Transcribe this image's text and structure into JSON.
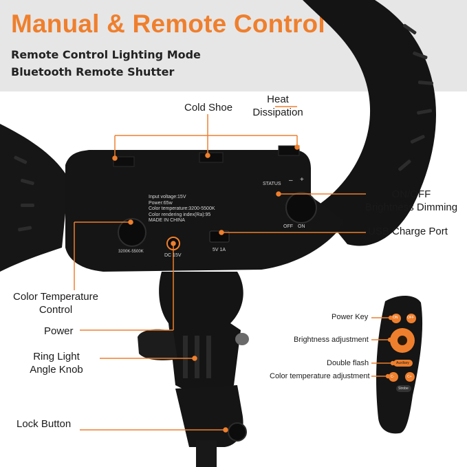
{
  "header": {
    "title": "Manual & Remote Control",
    "subtitle_lines": [
      "Remote Control Lighting Mode",
      "Bluetooth Remote Shutter"
    ]
  },
  "product": {
    "panel_text_lines": [
      "Input voltage:15V",
      "Power:65w",
      "Color temperature:3200-5500K",
      "Color rendering index(Ra):95",
      "MADE IN CHINA"
    ],
    "status_label": "STATUS",
    "minus_label": "–",
    "plus_label": "+",
    "off_label": "OFF",
    "on_label": "ON",
    "knob_range_label": "3200K-5500K",
    "dc_label": "DC 15V",
    "usb_label": "5V 1A"
  },
  "callouts": {
    "cold_shoe": "Cold Shoe",
    "heat_dissipation": [
      "Heat",
      "Dissipation"
    ],
    "on_off_brightness": [
      "ON/OFF",
      "Brightness Dimming"
    ],
    "usb_charge_port": "USB Charge Port",
    "color_temperature_control": [
      "Color Temperature",
      "Control"
    ],
    "power": "Power",
    "ring_light_angle_knob": [
      "Ring Light",
      "Angle Knob"
    ],
    "lock_button": "Lock Button"
  },
  "remote": {
    "labels": [
      "Power Key",
      "Brightness adjustment",
      "Double flash",
      "Color temperature adjustment"
    ],
    "buttons": {
      "on": "ON",
      "off": "OFF",
      "auxiliary": "Auxiliary",
      "cminus": "C-",
      "cplus": "C+",
      "strobe": "Strobe"
    }
  },
  "colors": {
    "accent": "#ef7f2d",
    "header_bg": "#e6e6e6",
    "device": "#141414"
  }
}
